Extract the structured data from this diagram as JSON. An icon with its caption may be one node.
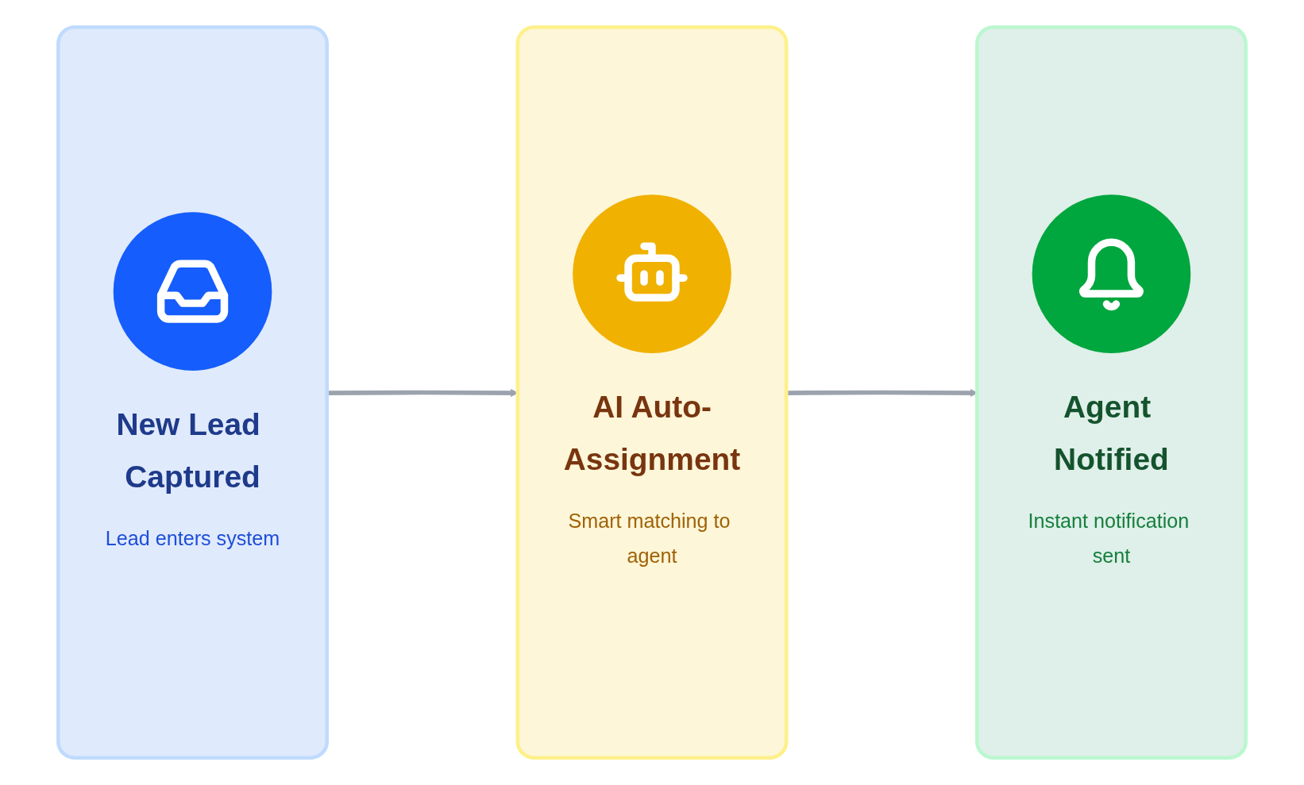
{
  "diagram": {
    "nodes": [
      {
        "text": [
          "New Lead Captured",
          "Lead enters system"
        ]
      },
      {
        "text": [
          "AI Auto-Assignment",
          "Smart matching to agent"
        ]
      },
      {
        "text": [
          "Agent Notified",
          "Instant notification sent"
        ]
      }
    ],
    "edges": [
      {
        "from": 0,
        "to": 1,
        "arrow": "to"
      },
      {
        "from": 1,
        "to": 2,
        "arrow": "to"
      }
    ]
  }
}
